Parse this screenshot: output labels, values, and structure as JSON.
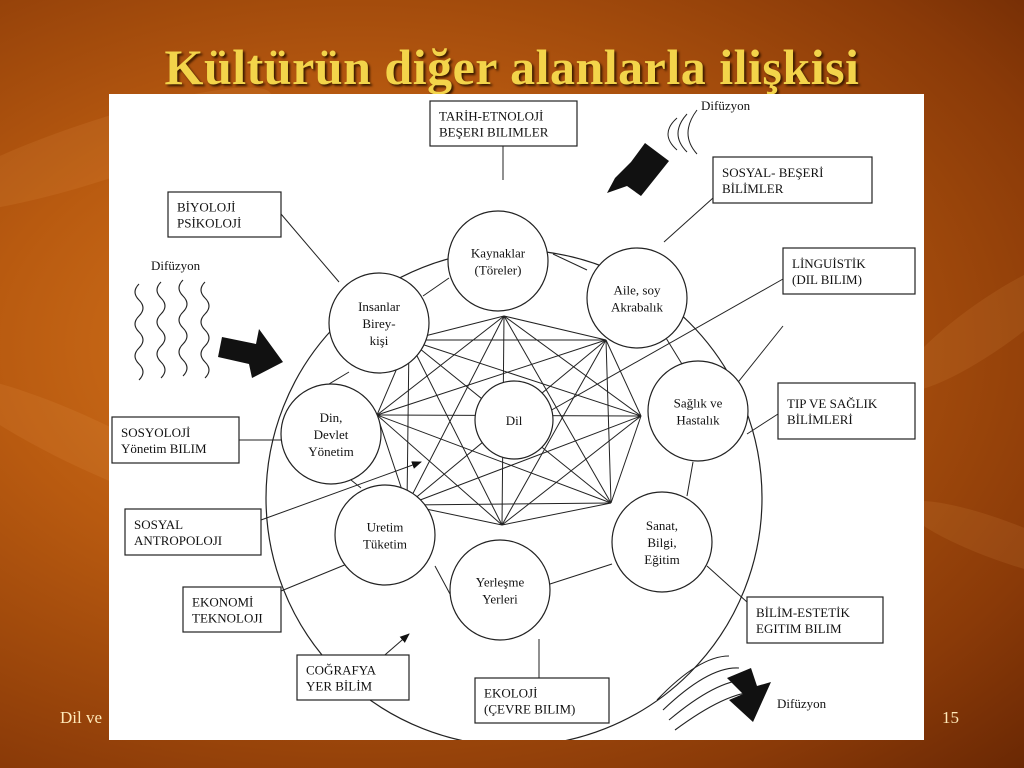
{
  "slide": {
    "title": "Kültürün diğer alanlarla ilişkisi",
    "footer_left": "Dil ve",
    "page_number": "15"
  },
  "diagram": {
    "nodes": [
      {
        "id": "kaynaklar",
        "lines": [
          "Kaynaklar",
          "(Töreler)"
        ]
      },
      {
        "id": "aile",
        "lines": [
          "Aile, soy",
          "Akrabalık"
        ]
      },
      {
        "id": "saglik",
        "lines": [
          "Sağlık ve",
          "Hastalık"
        ]
      },
      {
        "id": "sanat",
        "lines": [
          "Sanat,",
          "Bilgi,",
          "Eğitim"
        ]
      },
      {
        "id": "yerlesme",
        "lines": [
          "Yerleşme",
          "Yerleri"
        ]
      },
      {
        "id": "uretim",
        "lines": [
          "Uretim",
          "Tüketim"
        ]
      },
      {
        "id": "din",
        "lines": [
          "Din,",
          "Devlet",
          "Yönetim"
        ]
      },
      {
        "id": "insanlar",
        "lines": [
          "Insanlar",
          "Birey-",
          "kişi"
        ]
      },
      {
        "id": "dil",
        "lines": [
          "Dil"
        ]
      }
    ],
    "boxes": [
      {
        "id": "tarih",
        "lines": [
          "TARİH-ETNOLOJİ",
          "BEŞERI BILIMLER"
        ]
      },
      {
        "id": "sosyal-beseri",
        "lines": [
          "SOSYAL- BEŞERİ",
          "BİLİMLER"
        ]
      },
      {
        "id": "linguistik",
        "lines": [
          "LİNGUİSTİK",
          "(DIL BILIM)"
        ]
      },
      {
        "id": "tip",
        "lines": [
          "TIP VE SAĞLIK",
          "BİLİMLERİ"
        ]
      },
      {
        "id": "bilim-estetik",
        "lines": [
          "BİLİM-ESTETİK",
          "EGITIM BILIM"
        ]
      },
      {
        "id": "ekoloji",
        "lines": [
          "EKOLOJİ",
          "(ÇEVRE BILIM)"
        ]
      },
      {
        "id": "cografya",
        "lines": [
          "COĞRAFYA",
          "YER BİLİM"
        ]
      },
      {
        "id": "ekonomi",
        "lines": [
          "EKONOMİ",
          "TEKNOLOJI"
        ]
      },
      {
        "id": "sosyal-antropoloji",
        "lines": [
          "SOSYAL",
          "ANTROPOLOJI"
        ]
      },
      {
        "id": "sosyoloji",
        "lines": [
          "SOSYOLOJİ",
          "Yönetim BILIM"
        ]
      },
      {
        "id": "biyoloji",
        "lines": [
          "BİYOLOJİ",
          "PSİKOLOJİ"
        ]
      }
    ],
    "diffusion_labels": {
      "top_right": "Difüzyon",
      "left": "Difüzyon",
      "bottom_right": "Difüzyon"
    }
  }
}
